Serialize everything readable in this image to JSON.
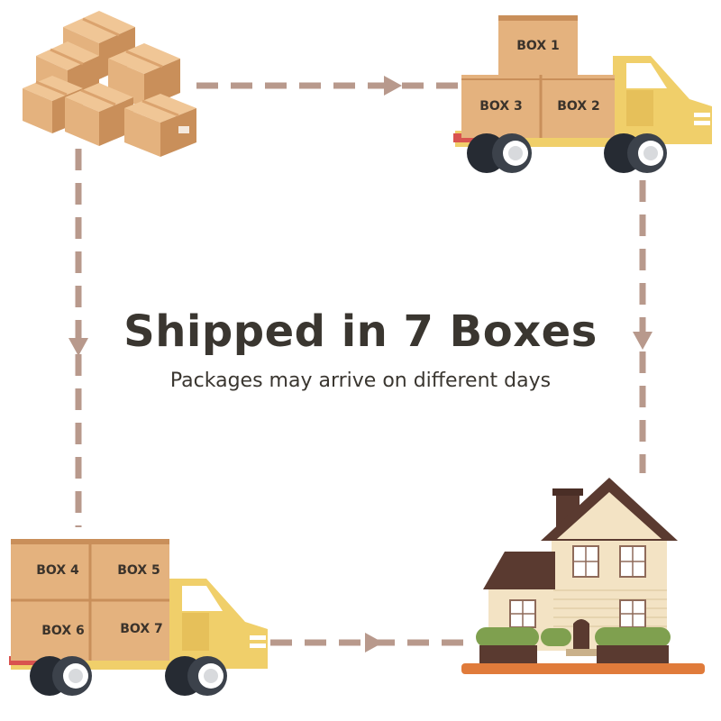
{
  "title": "Shipped in 7 Boxes",
  "subtitle": "Packages may arrive on different days",
  "truck_top": {
    "boxes": [
      "BOX 1",
      "BOX 3",
      "BOX 2"
    ]
  },
  "truck_bottom": {
    "boxes": [
      "BOX 4",
      "BOX 5",
      "BOX 6",
      "BOX 7"
    ]
  },
  "colors": {
    "arrow": "#b8998c",
    "box": "#e4b27e",
    "box_dark": "#c98f5a",
    "truck": "#f0cf6a",
    "house_wall": "#f3e3c4",
    "roof": "#5a3a30",
    "ground": "#e07b3b",
    "text": "#3a3630"
  },
  "icons": [
    "box-pile-icon",
    "delivery-truck-icon",
    "house-icon",
    "dashed-arrow-icon"
  ]
}
